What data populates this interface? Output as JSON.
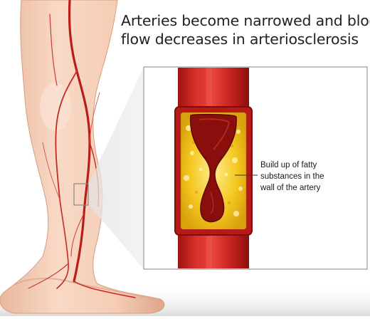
{
  "title": {
    "line1": "Arteries become narrowed and blood",
    "line2": "flow decreases in arteriosclerosis"
  },
  "callout": {
    "line1": "Build up of fatty",
    "line2": "substances in the",
    "line3": "wall of the artery"
  },
  "colors": {
    "skin": "#f6d2bd",
    "skin_shadow": "#e8b59b",
    "artery": "#c41f1c",
    "artery_dark": "#8f0f0e",
    "plaque": "#f2c21a",
    "plaque_light": "#ffe98a",
    "lumen": "#7a0d0b",
    "box_border": "#9a9a9a"
  }
}
